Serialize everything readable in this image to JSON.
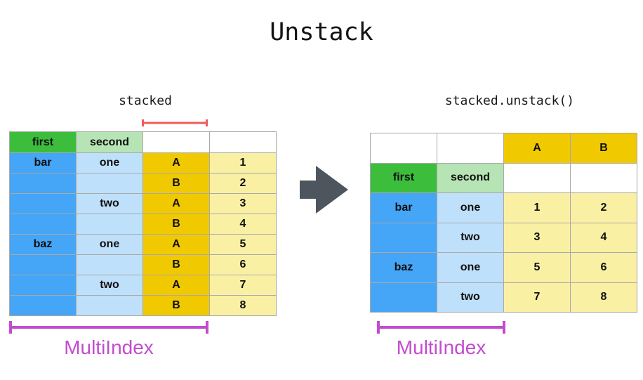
{
  "title": "Unstack",
  "colors": {
    "green": "#3CBE3C",
    "light_green": "#B7E4B4",
    "blue": "#45A5F6",
    "light_blue": "#BFE0FB",
    "gold": "#F0C900",
    "light_yellow": "#FAF0A4",
    "red": "#F25A5A",
    "magenta": "#C24CCE",
    "arrow_gray": "#4D555E",
    "border_gray": "#A9A9A9"
  },
  "left": {
    "caption": "stacked",
    "header_row": [
      "first",
      "second",
      "",
      ""
    ],
    "rows": [
      [
        "bar",
        "one",
        "A",
        "1"
      ],
      [
        "",
        "",
        "B",
        "2"
      ],
      [
        "",
        "two",
        "A",
        "3"
      ],
      [
        "",
        "",
        "B",
        "4"
      ],
      [
        "baz",
        "one",
        "A",
        "5"
      ],
      [
        "",
        "",
        "B",
        "6"
      ],
      [
        "",
        "two",
        "A",
        "7"
      ],
      [
        "",
        "",
        "B",
        "8"
      ]
    ],
    "multiindex_label": "MultiIndex"
  },
  "right": {
    "caption": "stacked.unstack()",
    "column_header_row": [
      "",
      "",
      "A",
      "B"
    ],
    "index_header_row": [
      "first",
      "second",
      "",
      ""
    ],
    "rows": [
      [
        "bar",
        "one",
        "1",
        "2"
      ],
      [
        "",
        "two",
        "3",
        "4"
      ],
      [
        "baz",
        "one",
        "5",
        "6"
      ],
      [
        "",
        "two",
        "7",
        "8"
      ]
    ],
    "multiindex_label": "MultiIndex"
  }
}
